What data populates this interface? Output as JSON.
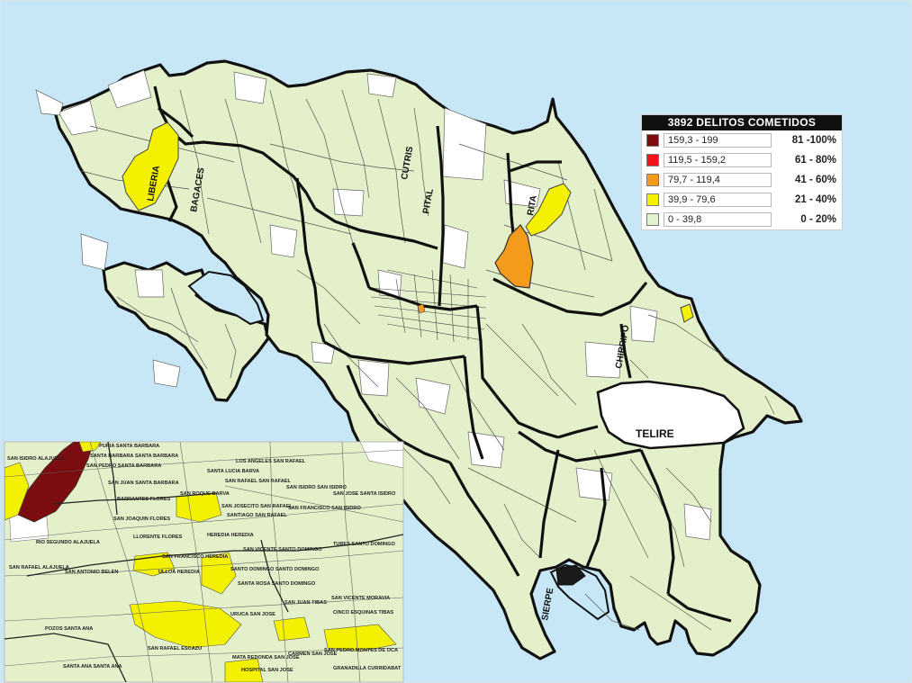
{
  "legend": {
    "title": "3892 DELITOS COMETIDOS",
    "items": [
      {
        "range": "159,3 - 199",
        "percent": "81 -100%",
        "color": "#7b0c10"
      },
      {
        "range": "119,5 - 159,2",
        "percent": "61 - 80%",
        "color": "#f2141a"
      },
      {
        "range": "79,7 - 119,4",
        "percent": "41 - 60%",
        "color": "#f59b1b"
      },
      {
        "range": "39,9 - 79,6",
        "percent": "21 - 40%",
        "color": "#f3f000"
      },
      {
        "range": "0 - 39,8",
        "percent": "0 - 20%",
        "color": "#e2f2cf"
      }
    ]
  },
  "colors": {
    "sea": "#c7e7f7",
    "base_fill": "#e3f0c9",
    "no_data": "#ffffff",
    "border": "#111111"
  },
  "regions": {
    "liberia": "LIBERIA",
    "bagaces": "BAGACES",
    "cutris": "CUTRIS",
    "pital": "PITAL",
    "rita": "RITA",
    "chirripo": "CHIRRIPO",
    "telire": "TELIRE",
    "sierpe": "SIERPE"
  },
  "inset": {
    "labels": [
      "PURIA SANTA BARBARA",
      "SAN ISIDRO ALAJUELA",
      "SANTA BARBARA SANTA BARBARA",
      "SAN PEDRO SANTA BARBARA",
      "LOS ANGELES SAN RAFAEL",
      "SANTA LUCIA BARVA",
      "SAN JUAN SANTA BARBARA",
      "SAN RAFAEL SAN RAFAEL",
      "BARRANTES FLORES",
      "SAN ROQUE BARVA",
      "SAN ISIDRO SAN ISIDRO",
      "SAN JOSE SANTA ISIDRO",
      "SAN JOAQUIN FLORES",
      "SAN JOSECITO SAN RAFAEL",
      "SANTIAGO SAN RAFAEL",
      "SAN FRANCISCO SAN ISIDRO",
      "RIO SEGUNDO ALAJUELA",
      "LLORENTE FLORES",
      "HEREDIA HEREDIA",
      "SAN FRANCISCO HEREDIA",
      "SAN VICENTE SANTO DOMINGO",
      "TURES SANTO DOMINGO",
      "SAN ANTONIO BELEN",
      "ULLOA HEREDIA",
      "SANTO DOMINGO SANTO DOMINGO",
      "SANTA ROSA SANTO DOMINGO",
      "SAN JUAN TIBAS",
      "SAN VICENTE MORAVIA",
      "CINCO ESQUINAS TIBAS",
      "SAN RAFAEL ALAJUELA",
      "POZOS SANTA ANA",
      "URUCA SAN JOSE",
      "MATA REDONDA SAN JOSE",
      "SAN RAFAEL ESCAZU",
      "SANTA ANA SANTA ANA",
      "HOSPITAL SAN JOSE",
      "CARMEN SAN JOSE",
      "GRANADILLA CURRIDABAT",
      "SAN PEDRO MONTES DE OCA"
    ]
  }
}
